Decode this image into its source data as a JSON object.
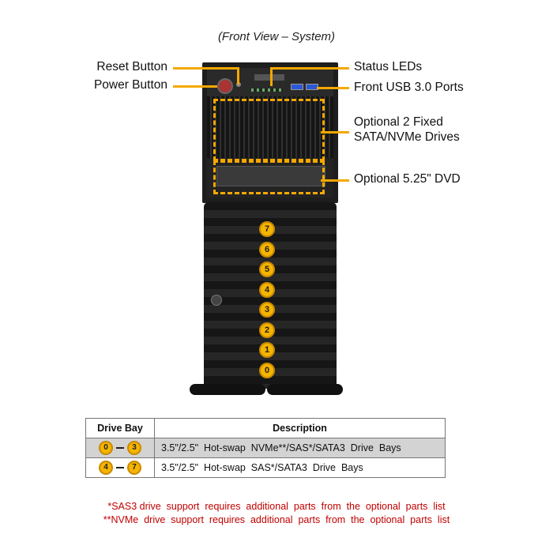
{
  "subtitle": "(Front View – System)",
  "callouts": {
    "reset_button": "Reset Button",
    "power_button": "Power Button",
    "status_leds": "Status LEDs",
    "front_usb": "Front USB 3.0 Ports",
    "fixed_drives_line1": "Optional 2 Fixed",
    "fixed_drives_line2": "SATA/NVMe Drives",
    "dvd": "Optional 5.25\" DVD"
  },
  "drive_bays": [
    "7",
    "6",
    "5",
    "4",
    "3",
    "2",
    "1",
    "0"
  ],
  "table": {
    "headers": [
      "Drive Bay",
      "Description"
    ],
    "rows": [
      {
        "from": "0",
        "to": "3",
        "description": "3.5\"/2.5\"  Hot-swap  NVMe**/SAS*/SATA3  Drive  Bays"
      },
      {
        "from": "4",
        "to": "7",
        "description": "3.5\"/2.5\"  Hot-swap  SAS*/SATA3  Drive  Bays"
      }
    ]
  },
  "notes": [
    "*SAS3 drive  support  requires  additional  parts  from  the  optional  parts  list",
    "**NVMe  drive  support  requires  additional  parts  from  the  optional  parts  list"
  ],
  "colors": {
    "accent": "#f5a800",
    "note": "#c00000",
    "shaded_row": "#d3d3d3"
  }
}
